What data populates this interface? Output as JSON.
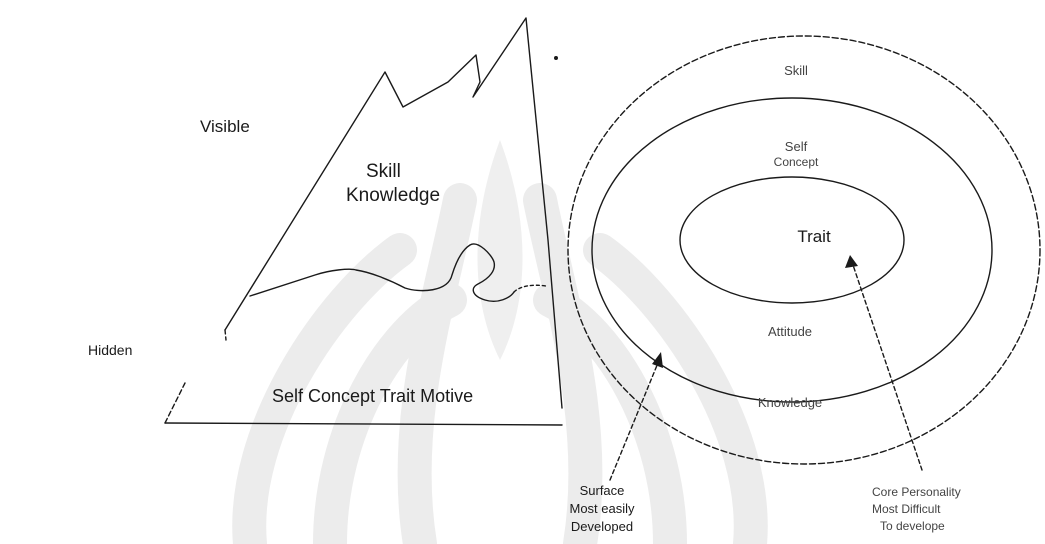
{
  "iceberg": {
    "visible_label": "Visible",
    "hidden_label": "Hidden",
    "top_line1": "Skill",
    "top_line2": "Knowledge",
    "bottom_text": "Self Concept Trait Motive"
  },
  "rings": {
    "outer_label": "Skill",
    "second_line1": "Self",
    "second_line2": "Concept",
    "core_label": "Trait",
    "inner_band_label": "Attitude",
    "outer_band_label": "Knowledge"
  },
  "annotations": {
    "surface_lines": [
      "Surface",
      "Most easily",
      "Developed"
    ],
    "core_lines": [
      "Core Personality",
      "Most Difficult",
      "To develope"
    ]
  },
  "colors": {
    "ink": "#1a1a1a",
    "watermark": "#e9e9e9"
  }
}
